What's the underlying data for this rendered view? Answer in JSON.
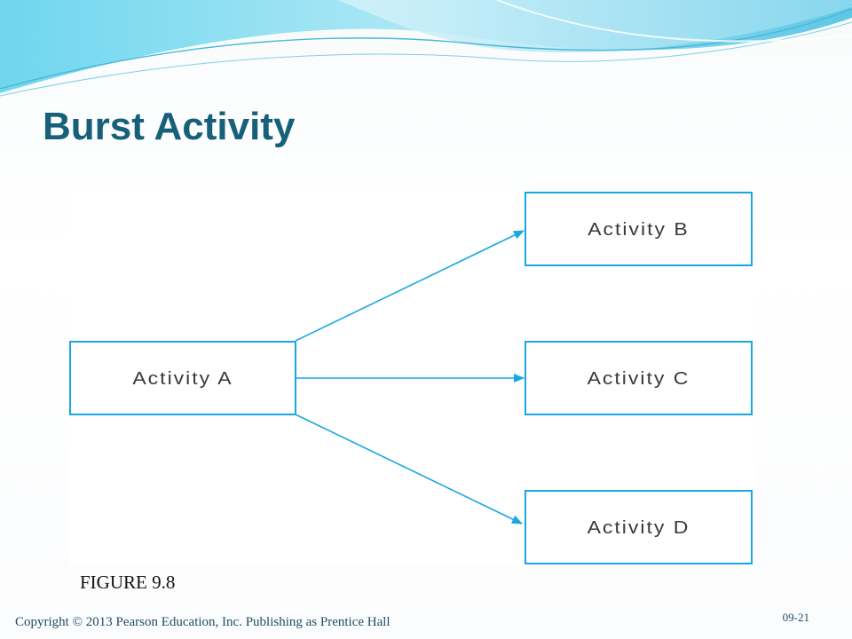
{
  "slide": {
    "title": "Burst Activity",
    "figure_caption": "FIGURE 9.8",
    "copyright": "Copyright © 2013 Pearson Education, Inc. Publishing as Prentice Hall",
    "slide_number": "09-21"
  },
  "colors": {
    "title": "#17607a",
    "diagram_stroke": "#1aa7e0",
    "wave_light": "#a9e4f2",
    "wave_dark": "#3ab8d8"
  },
  "diagram": {
    "nodes": [
      {
        "id": "a",
        "label": "Activity A"
      },
      {
        "id": "b",
        "label": "Activity B"
      },
      {
        "id": "c",
        "label": "Activity C"
      },
      {
        "id": "d",
        "label": "Activity D"
      }
    ],
    "edges": [
      {
        "from": "Activity A",
        "to": "Activity B"
      },
      {
        "from": "Activity A",
        "to": "Activity C"
      },
      {
        "from": "Activity A",
        "to": "Activity D"
      }
    ]
  }
}
